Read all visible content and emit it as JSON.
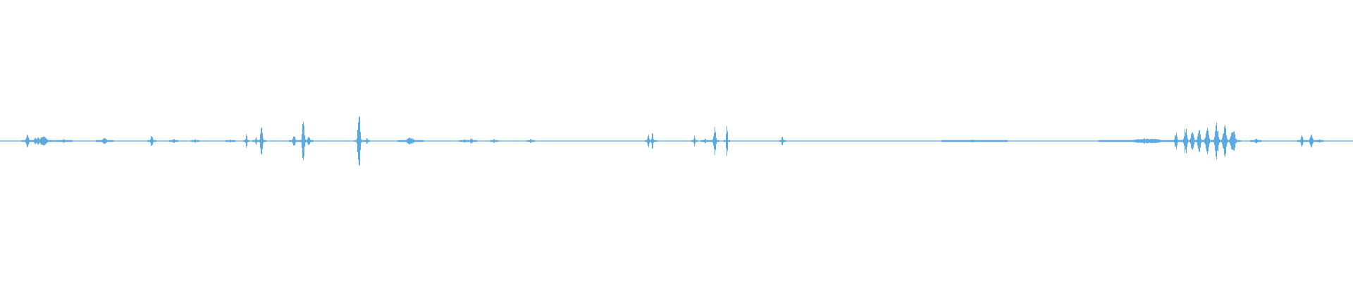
{
  "chart_data": {
    "type": "area",
    "description_kind": "audio-waveform",
    "color": "#5aa9e0",
    "background": "#ffffff",
    "amplitude_range": [
      -1,
      1
    ],
    "time_range": [
      0,
      1
    ],
    "noise_floor": 0.006,
    "bursts": [
      {
        "t": 0.02,
        "amp": 0.05,
        "spread": 0.0012
      },
      {
        "t": 0.026,
        "amp": 0.03,
        "spread": 0.001
      },
      {
        "t": 0.028,
        "amp": 0.04,
        "spread": 0.001
      },
      {
        "t": 0.032,
        "amp": 0.045,
        "spread": 0.0025
      },
      {
        "t": 0.047,
        "amp": 0.015,
        "spread": 0.002
      },
      {
        "t": 0.077,
        "amp": 0.025,
        "spread": 0.002
      },
      {
        "t": 0.112,
        "amp": 0.05,
        "spread": 0.001
      },
      {
        "t": 0.128,
        "amp": 0.018,
        "spread": 0.001
      },
      {
        "t": 0.144,
        "amp": 0.018,
        "spread": 0.0008
      },
      {
        "t": 0.17,
        "amp": 0.01,
        "spread": 0.001
      },
      {
        "t": 0.182,
        "amp": 0.07,
        "spread": 0.0006
      },
      {
        "t": 0.189,
        "amp": 0.03,
        "spread": 0.0008
      },
      {
        "t": 0.193,
        "amp": 0.105,
        "spread": 0.001
      },
      {
        "t": 0.217,
        "amp": 0.06,
        "spread": 0.001
      },
      {
        "t": 0.224,
        "amp": 0.185,
        "spread": 0.001
      },
      {
        "t": 0.228,
        "amp": 0.05,
        "spread": 0.001
      },
      {
        "t": 0.265,
        "amp": 0.265,
        "spread": 0.001
      },
      {
        "t": 0.271,
        "amp": 0.03,
        "spread": 0.0006
      },
      {
        "t": 0.303,
        "amp": 0.027,
        "spread": 0.003
      },
      {
        "t": 0.343,
        "amp": 0.015,
        "spread": 0.001
      },
      {
        "t": 0.348,
        "amp": 0.025,
        "spread": 0.0012
      },
      {
        "t": 0.365,
        "amp": 0.018,
        "spread": 0.0008
      },
      {
        "t": 0.392,
        "amp": 0.018,
        "spread": 0.0008
      },
      {
        "t": 0.479,
        "amp": 0.05,
        "spread": 0.0008
      },
      {
        "t": 0.482,
        "amp": 0.06,
        "spread": 0.0008
      },
      {
        "t": 0.513,
        "amp": 0.05,
        "spread": 0.0006
      },
      {
        "t": 0.521,
        "amp": 0.018,
        "spread": 0.001
      },
      {
        "t": 0.528,
        "amp": 0.115,
        "spread": 0.001
      },
      {
        "t": 0.537,
        "amp": 0.165,
        "spread": 0.0006
      },
      {
        "t": 0.578,
        "amp": 0.045,
        "spread": 0.0006
      },
      {
        "t": 0.72,
        "amp": 0.009,
        "spread": 0.008
      },
      {
        "t": 0.848,
        "amp": 0.02,
        "spread": 0.012
      },
      {
        "t": 0.869,
        "amp": 0.06,
        "spread": 0.0012
      },
      {
        "t": 0.876,
        "amp": 0.11,
        "spread": 0.0012
      },
      {
        "t": 0.881,
        "amp": 0.1,
        "spread": 0.0012
      },
      {
        "t": 0.886,
        "amp": 0.095,
        "spread": 0.0012
      },
      {
        "t": 0.892,
        "amp": 0.105,
        "spread": 0.0014
      },
      {
        "t": 0.899,
        "amp": 0.135,
        "spread": 0.0014
      },
      {
        "t": 0.905,
        "amp": 0.14,
        "spread": 0.0014
      },
      {
        "t": 0.911,
        "amp": 0.11,
        "spread": 0.0018
      },
      {
        "t": 0.928,
        "amp": 0.025,
        "spread": 0.0012
      },
      {
        "t": 0.962,
        "amp": 0.055,
        "spread": 0.001
      },
      {
        "t": 0.969,
        "amp": 0.05,
        "spread": 0.0012
      },
      {
        "t": 0.975,
        "amp": 0.018,
        "spread": 0.0008
      }
    ]
  }
}
